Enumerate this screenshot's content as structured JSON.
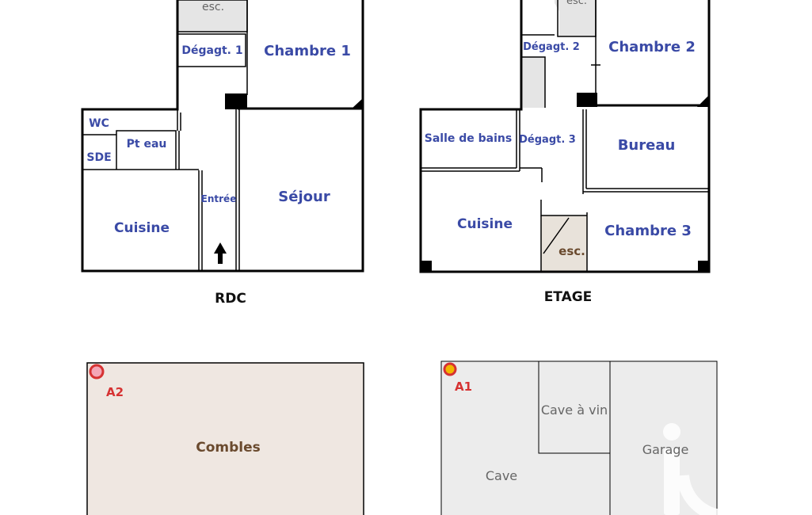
{
  "plans": {
    "rdc": {
      "title": "RDC",
      "rooms": {
        "esc": "esc.",
        "degagt1": "Dégagt. 1",
        "chambre1": "Chambre 1",
        "wc": "WC",
        "sde": "SDE",
        "pt_eau": "Pt eau",
        "entree": "Entrée",
        "sejour": "Séjour",
        "cuisine": "Cuisine"
      }
    },
    "etage": {
      "title": "ETAGE",
      "rooms": {
        "esc_top": "esc.",
        "degagt2": "Dégagt. 2",
        "chambre2": "Chambre 2",
        "salle_de_bains": "Salle de bains",
        "degagt3": "Dégagt. 3",
        "bureau": "Bureau",
        "cuisine": "Cuisine",
        "chambre3": "Chambre 3",
        "esc_bottom": "esc."
      }
    },
    "combles": {
      "room": "Combles",
      "marker": "A2"
    },
    "sous_sol": {
      "marker": "A1",
      "rooms": {
        "cave_a_vin": "Cave à vin",
        "cave": "Cave",
        "garage": "Garage"
      }
    }
  },
  "colors": {
    "room_label": "#3a4aa6",
    "stair_fill": "#e5e5e5",
    "stair_fill_beige": "#e8e2da",
    "basement_fill": "#ececec",
    "attic_fill": "#efe7e1",
    "marker_red": "#d63232",
    "marker_yellow": "#f2b600",
    "marker_pink": "#f4a6b6"
  }
}
